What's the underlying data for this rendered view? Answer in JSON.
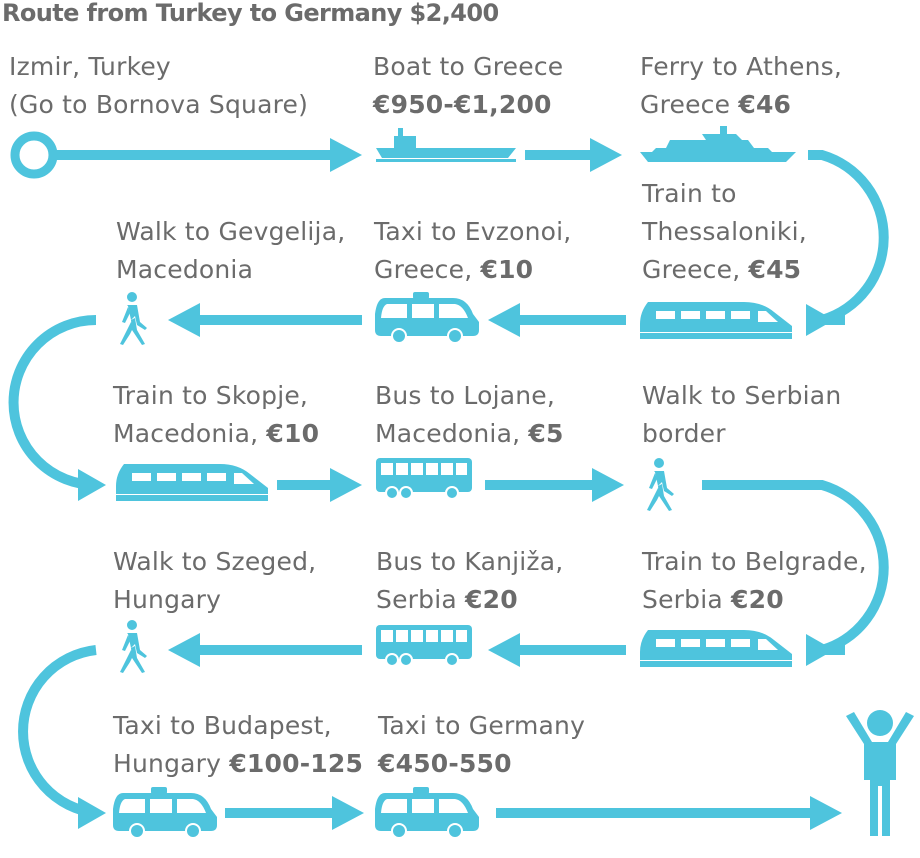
{
  "title": "Route from Turkey to Germany $2,400",
  "colors": {
    "accent": "#4ec4dd",
    "text": "#6b6b6b",
    "background": "#ffffff"
  },
  "steps": [
    {
      "id": "izmir",
      "icon": "start-circle-icon",
      "lines": [
        {
          "text": "Izmir, Turkey",
          "price": ""
        },
        {
          "text": "(Go to Bornova Square)",
          "price": ""
        }
      ]
    },
    {
      "id": "boat",
      "icon": "boat-icon",
      "lines": [
        {
          "text": "Boat to Greece",
          "price": ""
        },
        {
          "text": "",
          "price": "€950-€1,200"
        }
      ]
    },
    {
      "id": "ferry",
      "icon": "ferry-icon",
      "lines": [
        {
          "text": "Ferry to Athens,",
          "price": ""
        },
        {
          "text": "Greece ",
          "price": "€46"
        }
      ]
    },
    {
      "id": "train-thessaloniki",
      "icon": "train-icon",
      "lines": [
        {
          "text": "Train to",
          "price": ""
        },
        {
          "text": "Thessaloniki,",
          "price": ""
        },
        {
          "text": "Greece, ",
          "price": "€45"
        }
      ]
    },
    {
      "id": "taxi-evzonoi",
      "icon": "taxi-icon",
      "lines": [
        {
          "text": "Taxi to Evzonoi,",
          "price": ""
        },
        {
          "text": "Greece, ",
          "price": "€10"
        }
      ]
    },
    {
      "id": "walk-gevgelija",
      "icon": "walking-person-icon",
      "lines": [
        {
          "text": "Walk to Gevgelija,",
          "price": ""
        },
        {
          "text": "Macedonia",
          "price": ""
        }
      ]
    },
    {
      "id": "train-skopje",
      "icon": "train-icon",
      "lines": [
        {
          "text": "Train to Skopje,",
          "price": ""
        },
        {
          "text": "Macedonia, ",
          "price": "€10"
        }
      ]
    },
    {
      "id": "bus-lojane",
      "icon": "bus-icon",
      "lines": [
        {
          "text": "Bus to Lojane,",
          "price": ""
        },
        {
          "text": "Macedonia, ",
          "price": "€5"
        }
      ]
    },
    {
      "id": "walk-serbian-border",
      "icon": "walking-person-icon",
      "lines": [
        {
          "text": "Walk to Serbian",
          "price": ""
        },
        {
          "text": "border",
          "price": ""
        }
      ]
    },
    {
      "id": "train-belgrade",
      "icon": "train-icon",
      "lines": [
        {
          "text": "Train to Belgrade,",
          "price": ""
        },
        {
          "text": "Serbia ",
          "price": "€20"
        }
      ]
    },
    {
      "id": "bus-kanjiza",
      "icon": "bus-icon",
      "lines": [
        {
          "text": "Bus to Kanjiža,",
          "price": ""
        },
        {
          "text": "Serbia ",
          "price": "€20"
        }
      ]
    },
    {
      "id": "walk-szeged",
      "icon": "walking-person-icon",
      "lines": [
        {
          "text": "Walk to Szeged,",
          "price": ""
        },
        {
          "text": "Hungary",
          "price": ""
        }
      ]
    },
    {
      "id": "taxi-budapest",
      "icon": "taxi-icon",
      "lines": [
        {
          "text": "Taxi to Budapest,",
          "price": ""
        },
        {
          "text": "Hungary ",
          "price": "€100-125"
        }
      ]
    },
    {
      "id": "taxi-germany",
      "icon": "taxi-icon",
      "lines": [
        {
          "text": "Taxi to Germany",
          "price": ""
        },
        {
          "text": "",
          "price": "€450-550"
        }
      ]
    },
    {
      "id": "arrival",
      "icon": "celebrating-person-icon",
      "lines": []
    }
  ]
}
